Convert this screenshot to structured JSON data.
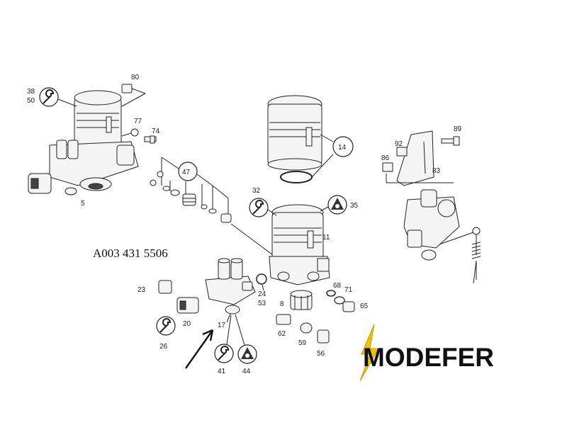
{
  "part_number": "A003 431 5506",
  "brand": {
    "name": "MODEFER",
    "bolt_color": "#f2c200",
    "text_color": "#111111"
  },
  "callouts": {
    "c80": "80",
    "c38": "38",
    "c50": "50",
    "c77": "77",
    "c74": "74",
    "c5": "5",
    "c47": "47",
    "c14": "14",
    "c32": "32",
    "c35": "35",
    "c11": "11",
    "c92": "92",
    "c89": "89",
    "c86": "86",
    "c83": "83",
    "c23": "23",
    "c20": "20",
    "c26": "26",
    "c17": "17",
    "c41": "41",
    "c44": "44",
    "c24": "24",
    "c53": "53",
    "c8": "8",
    "c62": "62",
    "c59": "59",
    "c56": "56",
    "c68": "68",
    "c71": "71",
    "c65": "65"
  },
  "icons": [
    "wrench-icon",
    "triangle-torque-icon",
    "arrow-pointer-icon"
  ]
}
